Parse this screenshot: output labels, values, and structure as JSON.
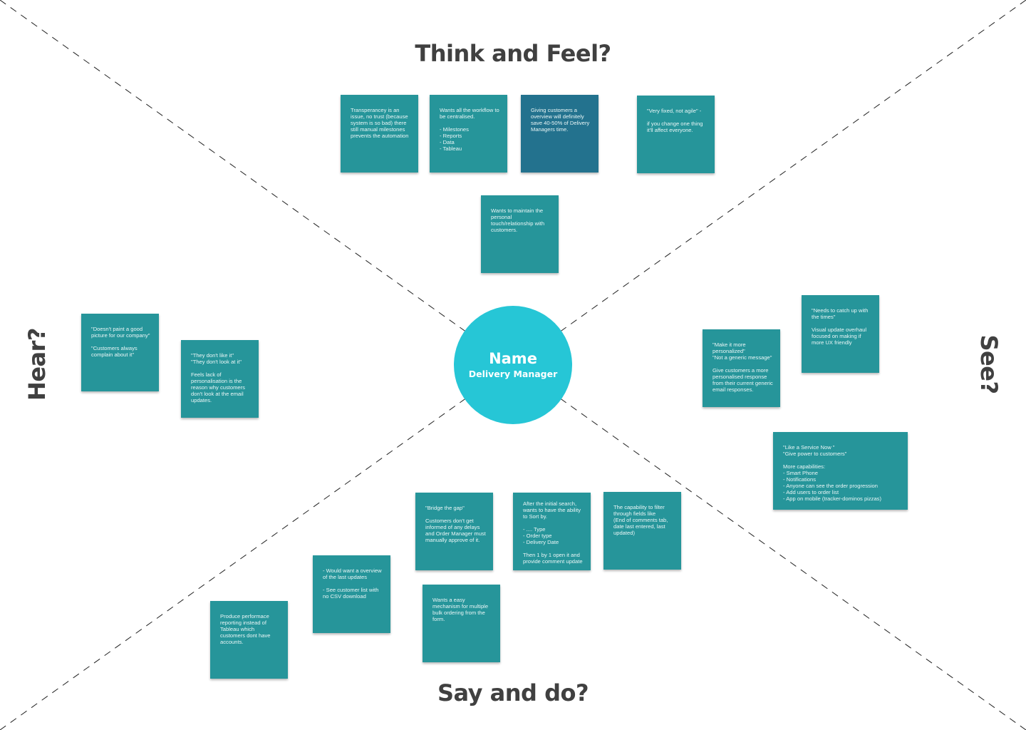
{
  "labels": {
    "think": "Think and Feel?",
    "say": "Say and do?",
    "hear": "Hear?",
    "see": "See?"
  },
  "persona": {
    "name": "Name",
    "role": "Delivery Manager"
  },
  "colors": {
    "note": "#26959a",
    "note_highlight": "#23728e",
    "persona": "#26c6d6",
    "label": "#404040"
  },
  "notes": {
    "think": [
      "Transperancey is an issue, no trust (because system is so bad) there still manual milestones prevents the automation",
      "Wants all the workflow to be centralised.\n\n- Milestones\n- Reports\n- Data\n- Tableau",
      "Giving customers a overview will definitely save 40-50% of Delivery Managers time.",
      "\"Very fixed, not agile\" -\n\nif you change one thing it'll affect everyone.",
      "Wants to maintain the personal touch/relationship with customers."
    ],
    "hear": [
      "\"Doesn't paint a good picture for our company\"\n\n\"Customers always complain about it\"",
      "\"They don't like it\"\n\"They don't look at it\"\n\nFeels lack of personalisation is the reason why customers don't look at the email updates."
    ],
    "see": [
      "\"Needs to catch up with the times\"\n\nVisual update overhaul focused on making if more UX friendly",
      "\"Make it more personalized\"\n\"Not a generic message\"\n\nGive customers a more personalised response from their current generic email responses.",
      "\"Like a Service Now \"\n\"Give power to customers\"\n\nMore capabilities:\n- Smart Phone\n- Notifications\n- Anyone can see the order progression\n- Add users to order list\n- App on mobile (tracker-dominos pizzas)"
    ],
    "say": [
      "\"Bridge the gap\"\n\nCustomers don't get informed of any delays and Order Manager must manually approve of it.",
      "After the initial search, wants to have the ability to Sort by.\n\n- .... Type\n- Order type\n- Delivery Date\n\nThen 1 by 1 open it and provide comment update",
      "The capability to filter through fields like\n(End of comments tab, date last entered, last updated)",
      "- Would want a overview of the last updates\n\n- See customer list with no CSV download",
      "Wants a easy mechanism for multiple bulk ordering from the form.",
      "Produce performace reporting instead of Tableau which customers dont have accounts."
    ]
  }
}
